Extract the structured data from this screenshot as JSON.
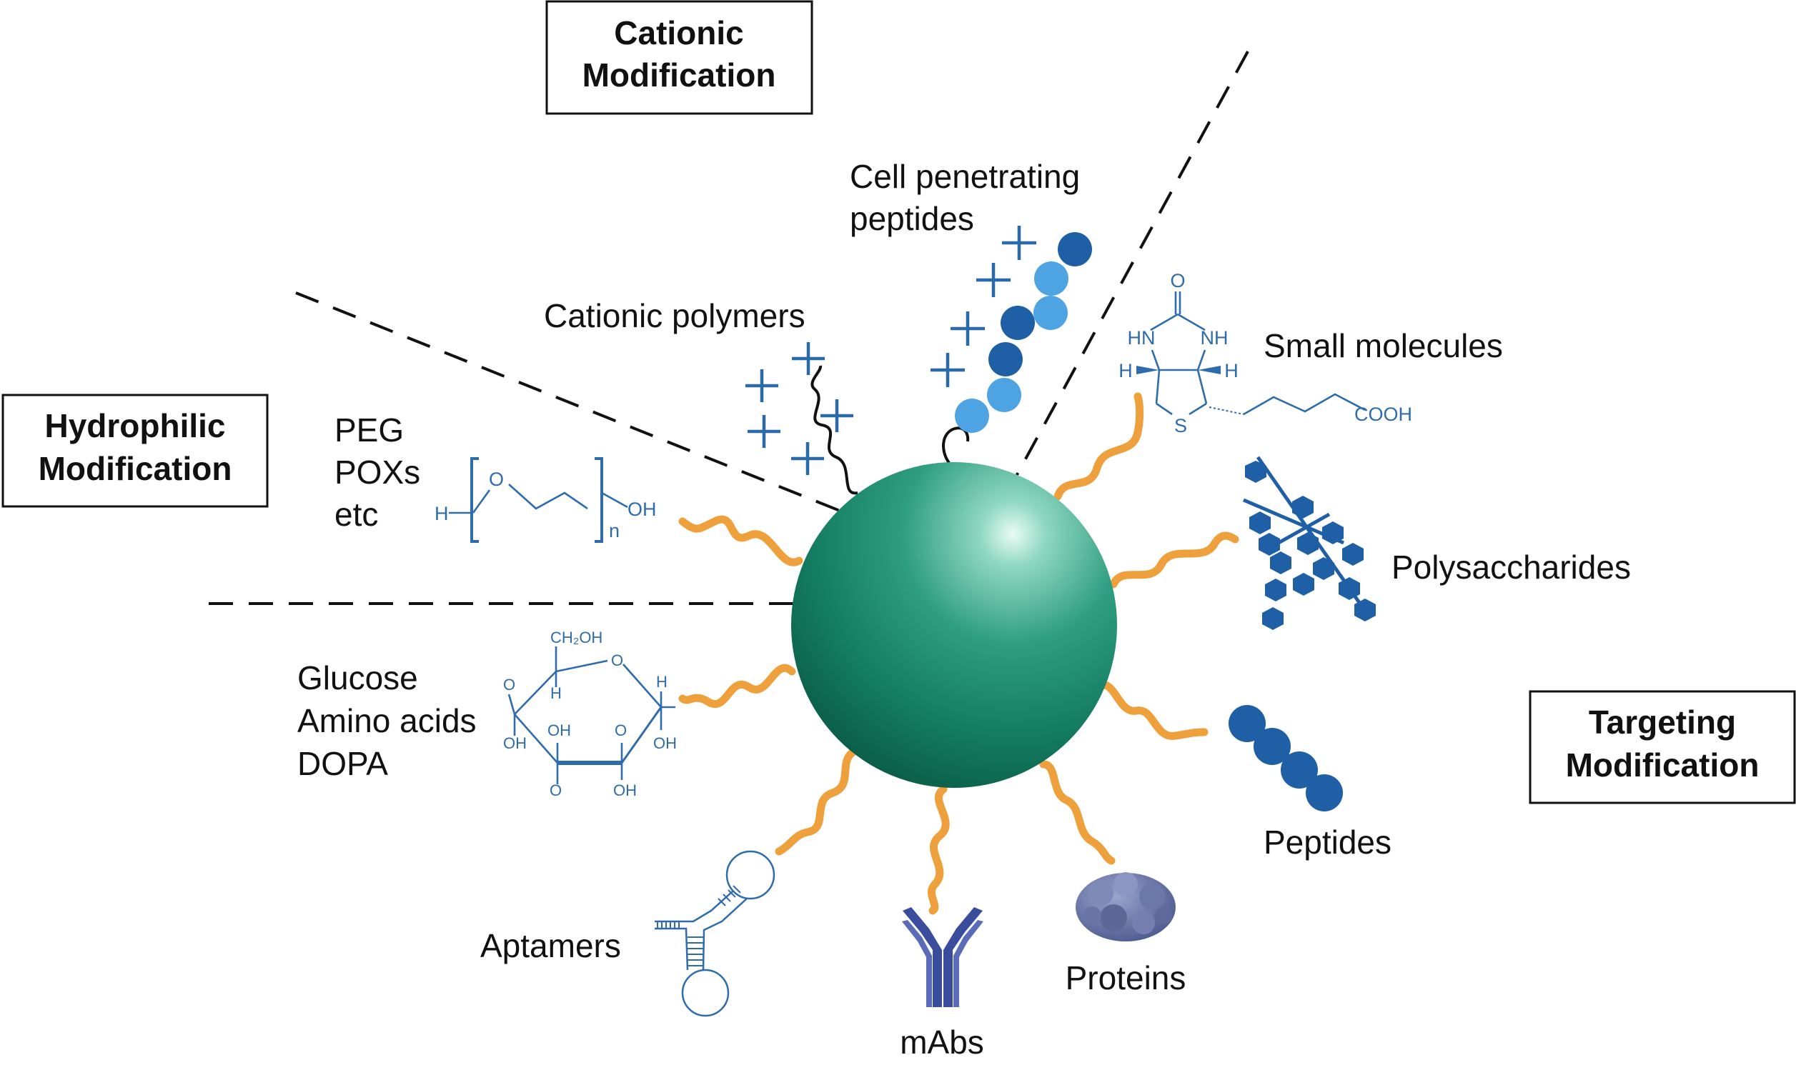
{
  "boxes": {
    "cationic": [
      "Cationic",
      "Modification"
    ],
    "hydrophilic": [
      "Hydrophilic",
      "Modification"
    ],
    "targeting": [
      "Targeting",
      "Modification"
    ]
  },
  "labels": {
    "cell_penetrating": [
      "Cell penetrating",
      "peptides"
    ],
    "cationic_polymers": "Cationic polymers",
    "small_molecules": "Small molecules",
    "hydrophilic_list": [
      "PEG",
      "POXs",
      "etc"
    ],
    "polysaccharides": "Polysaccharides",
    "small_ligands": [
      "Glucose",
      "Amino acids",
      "DOPA"
    ],
    "peptides": "Peptides",
    "aptamers": "Aptamers",
    "mabs": "mAbs",
    "proteins": "Proteins"
  },
  "peg_structure": {
    "h": "H",
    "o": "O",
    "n": "n",
    "oh": "OH"
  },
  "biotin_structure": {
    "o": "O",
    "hn": "HN",
    "nh": "NH",
    "h_left": "H",
    "h_right": "H",
    "s": "S",
    "cooh": "COOH"
  },
  "sugar_structure": {
    "ch2oh": "CH₂OH",
    "ring_o": "O",
    "h1": "H",
    "h2": "H",
    "o_left": "O",
    "oh1": "OH",
    "oh2": "OH",
    "o3": "O",
    "oh4": "OH",
    "o5": "O",
    "oh6": "OH"
  },
  "colors": {
    "nanoparticle": "#16876a",
    "linker": "#eea03c",
    "dark_blue": "#1f5fa6",
    "light_blue": "#4ea3e3",
    "structure_blue": "#2f6cab",
    "antibody": "#3a4c9c",
    "protein": "#6f7cae"
  }
}
